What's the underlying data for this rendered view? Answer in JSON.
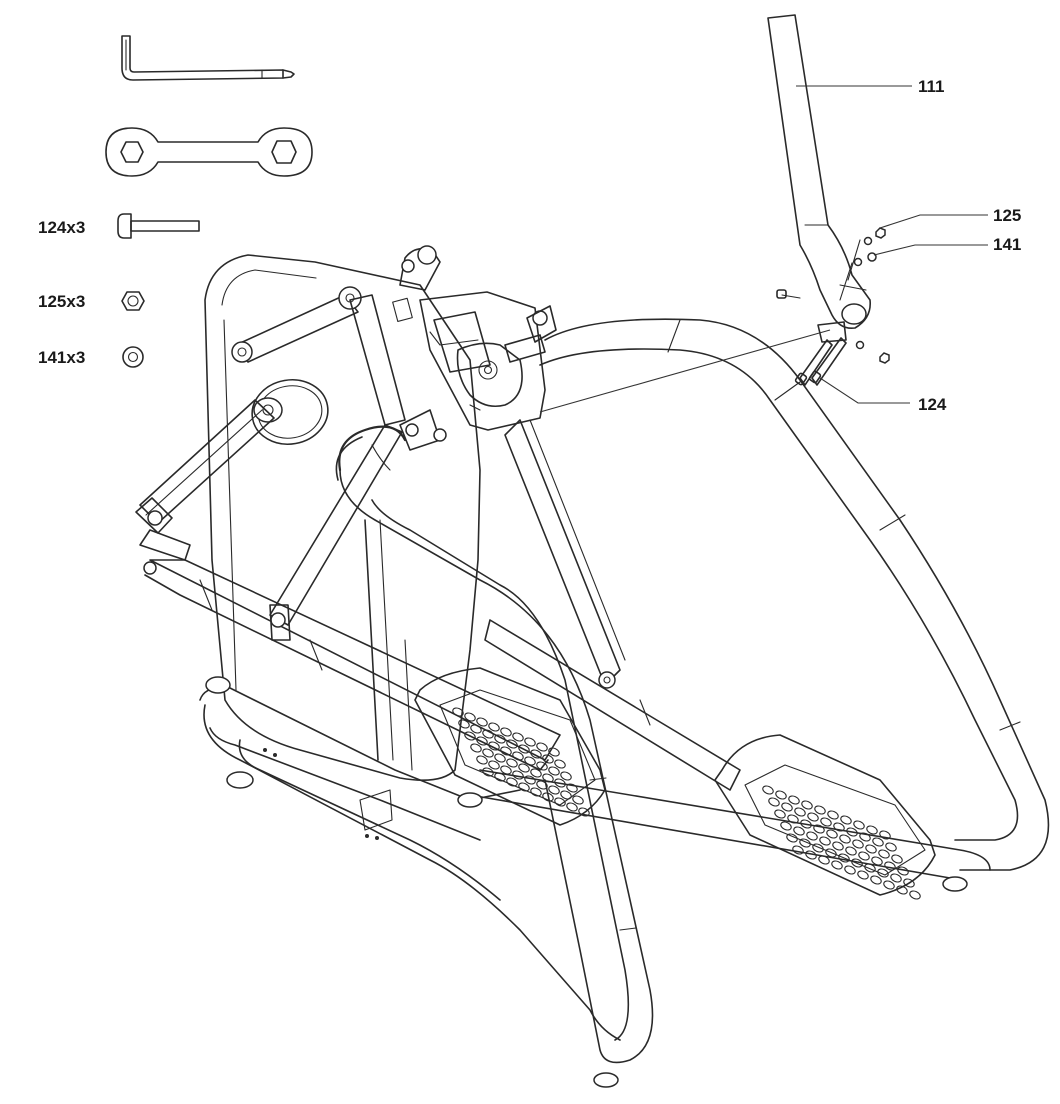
{
  "hardware_list": [
    {
      "id": "bolt-124",
      "label": "124x3"
    },
    {
      "id": "nut-125",
      "label": "125x3"
    },
    {
      "id": "washer-141",
      "label": "141x3"
    }
  ],
  "callouts": {
    "handlebar": "111",
    "nut": "125",
    "washer": "141",
    "bolt": "124"
  },
  "tools": [
    "allen-key-icon",
    "double-ended-wrench-icon"
  ],
  "line_color": "#2a2a2a",
  "background": "#ffffff"
}
